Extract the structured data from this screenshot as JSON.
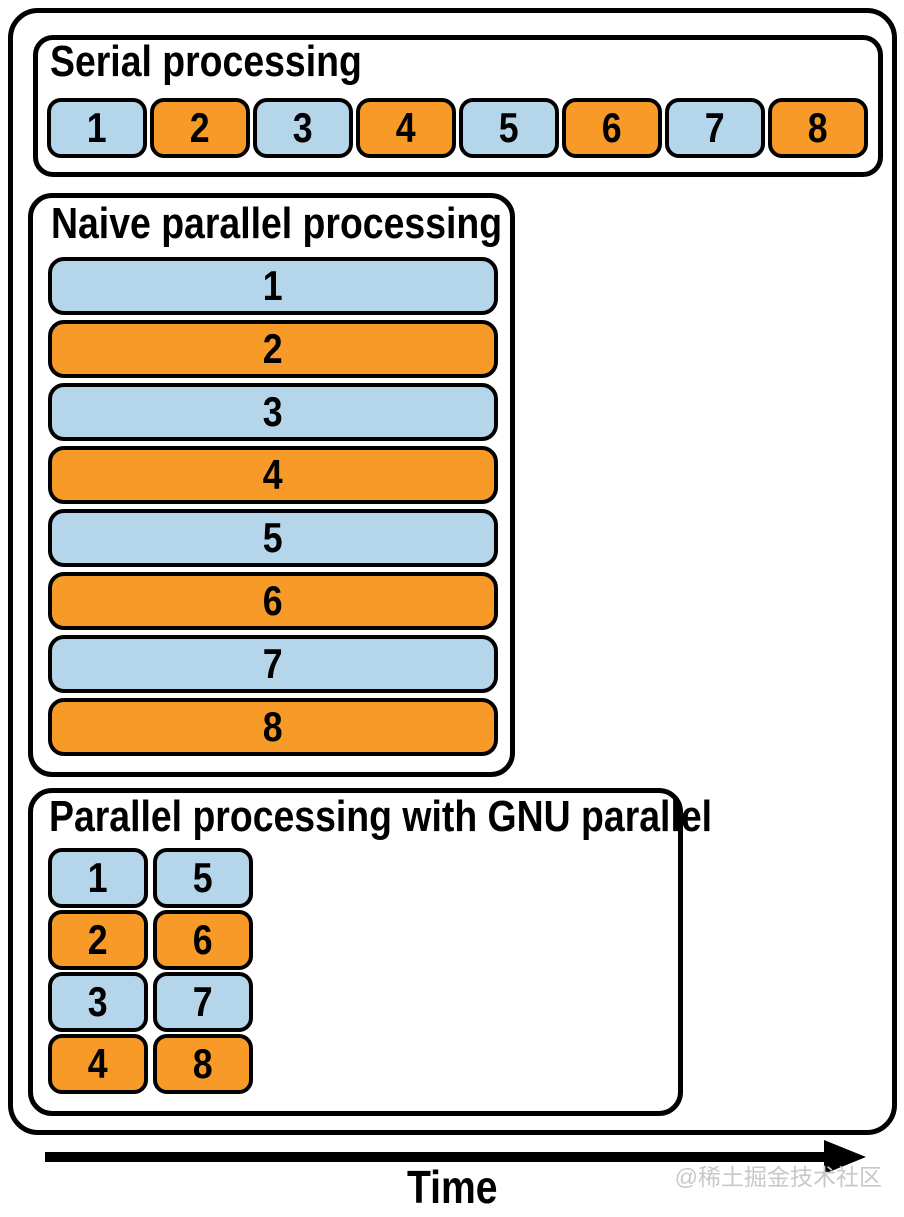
{
  "figure": {
    "panels": {
      "serial": {
        "title": "Serial processing",
        "tasks": [
          {
            "label": "1",
            "color": "blue"
          },
          {
            "label": "2",
            "color": "orange"
          },
          {
            "label": "3",
            "color": "blue"
          },
          {
            "label": "4",
            "color": "orange"
          },
          {
            "label": "5",
            "color": "blue"
          },
          {
            "label": "6",
            "color": "orange"
          },
          {
            "label": "7",
            "color": "blue"
          },
          {
            "label": "8",
            "color": "orange"
          }
        ]
      },
      "naive": {
        "title": "Naive parallel processing",
        "tasks": [
          {
            "label": "1",
            "color": "blue"
          },
          {
            "label": "2",
            "color": "orange"
          },
          {
            "label": "3",
            "color": "blue"
          },
          {
            "label": "4",
            "color": "orange"
          },
          {
            "label": "5",
            "color": "blue"
          },
          {
            "label": "6",
            "color": "orange"
          },
          {
            "label": "7",
            "color": "blue"
          },
          {
            "label": "8",
            "color": "orange"
          }
        ]
      },
      "gnu": {
        "title": "Parallel processing with GNU parallel",
        "rows": [
          [
            {
              "label": "1",
              "color": "blue"
            },
            {
              "label": "5",
              "color": "blue"
            }
          ],
          [
            {
              "label": "2",
              "color": "orange"
            },
            {
              "label": "6",
              "color": "orange"
            }
          ],
          [
            {
              "label": "3",
              "color": "blue"
            },
            {
              "label": "7",
              "color": "blue"
            }
          ],
          [
            {
              "label": "4",
              "color": "orange"
            },
            {
              "label": "8",
              "color": "orange"
            }
          ]
        ]
      }
    },
    "time_axis": {
      "label": "Time"
    },
    "watermark": "@稀土掘金技术社区",
    "colors": {
      "task_blue": "#B5D6EA",
      "task_orange": "#F79A28",
      "outline": "#000000",
      "watermark_gray": "#C8C8C8"
    }
  }
}
